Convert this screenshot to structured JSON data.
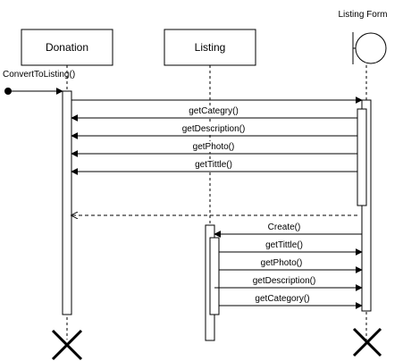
{
  "lifelines": {
    "donation": "Donation",
    "listing": "Listing",
    "listing_form": "Listing Form"
  },
  "found_message": "ConvertToListing()",
  "messages_form_to_donation": [
    "getCategry()",
    "getDescription()",
    "getPhoto()",
    "getTittle()"
  ],
  "create_message": "Create()",
  "messages_listing_to_form": [
    "getTittle()",
    "getPhoto()",
    "getDescription()",
    "getCategory()"
  ],
  "colors": {
    "line": "#000000",
    "background": "#ffffff"
  }
}
